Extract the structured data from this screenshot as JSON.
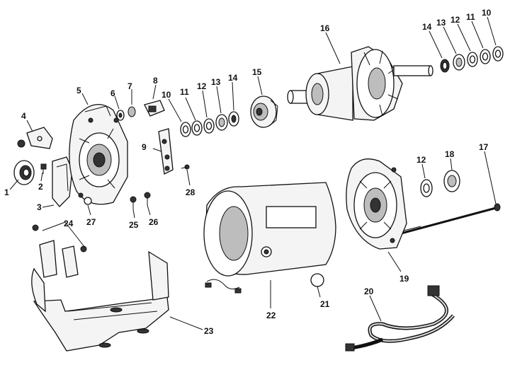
{
  "labels": {
    "p1": "1",
    "p2": "2",
    "p3": "3",
    "p4": "4",
    "p5": "5",
    "p6": "6",
    "p7": "7",
    "p8": "8",
    "p9": "9",
    "p10a": "10",
    "p11a": "11",
    "p12a": "12",
    "p13a": "13",
    "p14a": "14",
    "p15": "15",
    "p16": "16",
    "p14b": "14",
    "p13b": "13",
    "p12b": "12",
    "p11b": "11",
    "p10b": "10",
    "p17": "17",
    "p18": "18",
    "p12c": "12",
    "p19": "19",
    "p20": "20",
    "p21": "21",
    "p22": "22",
    "p23": "23",
    "p24": "24",
    "p25": "25",
    "p26": "26",
    "p27": "27",
    "p28": "28"
  }
}
